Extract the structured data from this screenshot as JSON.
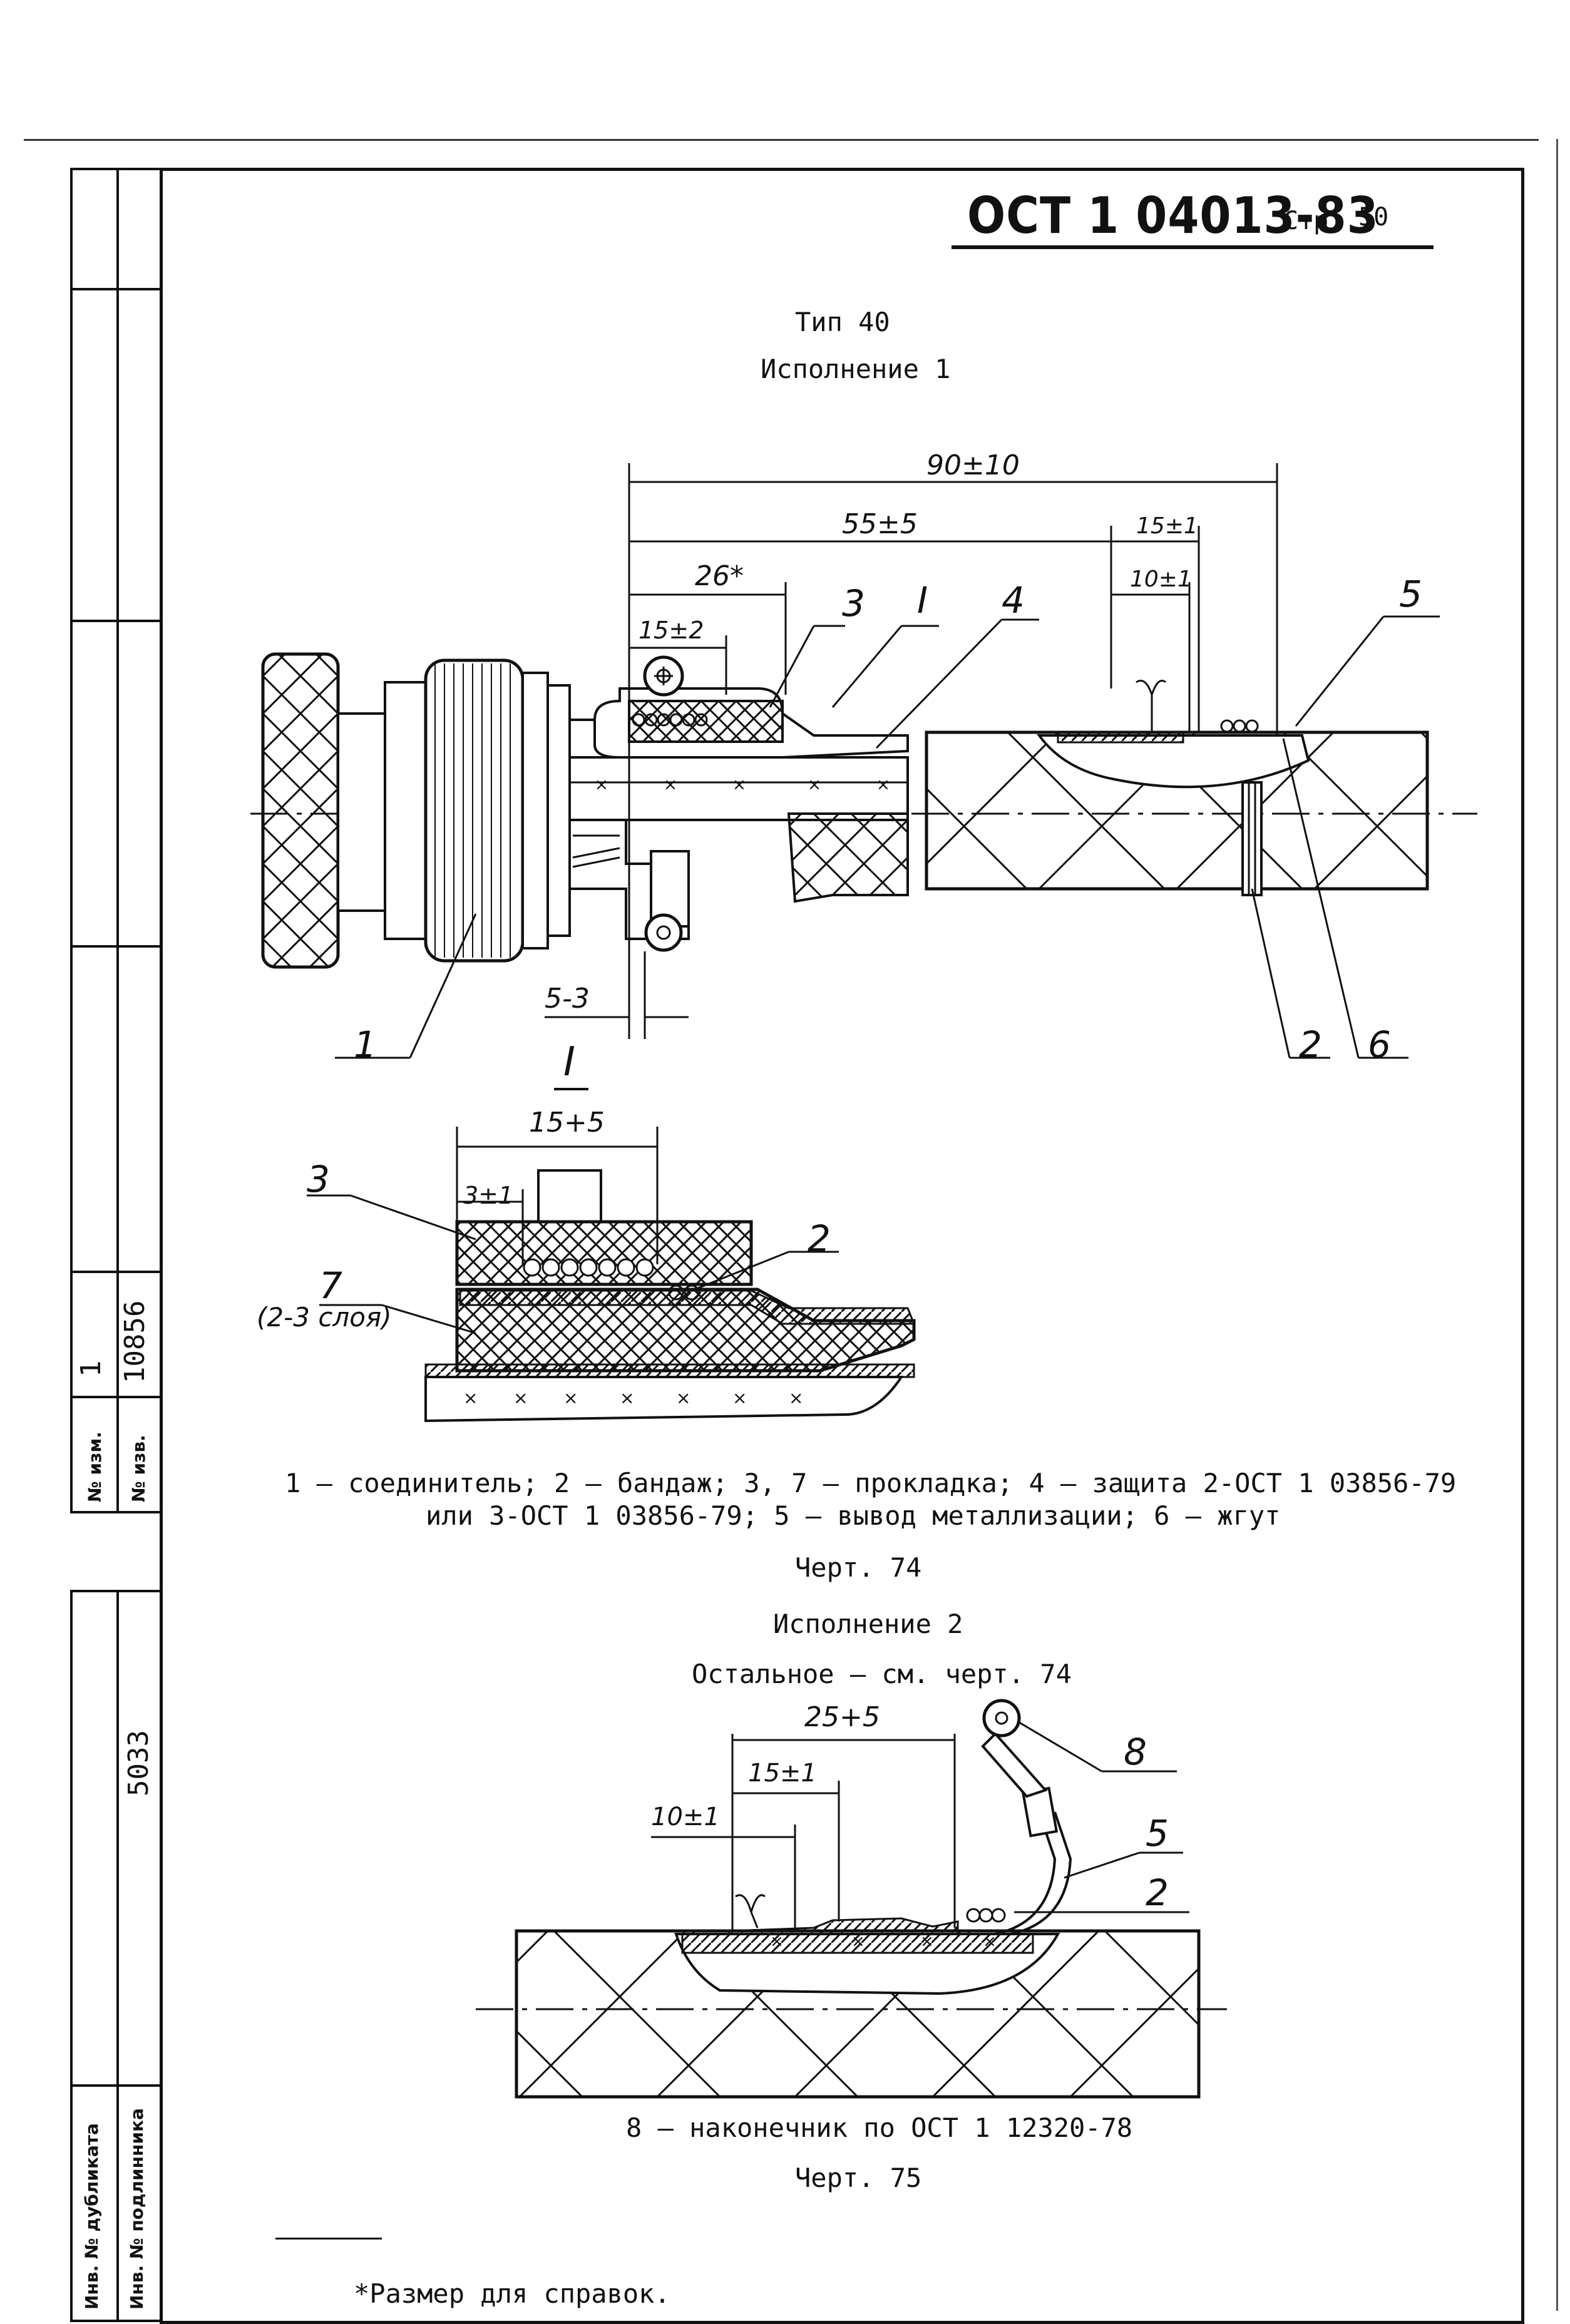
{
  "header": {
    "doc_code": "ОСТ 1 04013-83",
    "page_label": "Стр.",
    "page_number": "50"
  },
  "figure1": {
    "type_label": "Тип 40",
    "variant_label": "Исполнение 1",
    "dims": [
      "90±10",
      "55±5",
      "15±1",
      "10±1",
      "26*",
      "15±2",
      "5-3"
    ],
    "callouts": [
      "1",
      "2",
      "3",
      "I",
      "4",
      "5",
      "6"
    ],
    "detail": {
      "title": "I",
      "dims": [
        "15+5",
        "3±1"
      ],
      "callouts": [
        "3",
        "2",
        "7"
      ],
      "layers_note": "(2-3 слоя)"
    },
    "legend_line1": "1 – соединитель; 2 – бандаж; 3, 7 – прокладка; 4 – защита 2-ОСТ 1 03856-79",
    "legend_line2": "или 3-ОСТ 1 03856-79; 5 – вывод металлизации; 6 – жгут",
    "caption": "Черт. 74"
  },
  "figure2": {
    "variant_label": "Исполнение 2",
    "note": "Остальное – см. черт. 74",
    "dims": [
      "25+5",
      "15±1",
      "10±1"
    ],
    "callouts": [
      "8",
      "5",
      "2"
    ],
    "legend": "8 – наконечник по ОСТ 1 12320-78",
    "caption": "Черт. 75"
  },
  "footnote": "*Размер для справок.",
  "side_stamp": {
    "change_no_label": "№ изм.",
    "change_no_value": "1",
    "notice_no_label": "№ изв.",
    "notice_no_value": "10856",
    "inv_no_value": "5033",
    "dup_label": "Инв. № дубликата",
    "orig_label": "Инв. № подлинника"
  }
}
